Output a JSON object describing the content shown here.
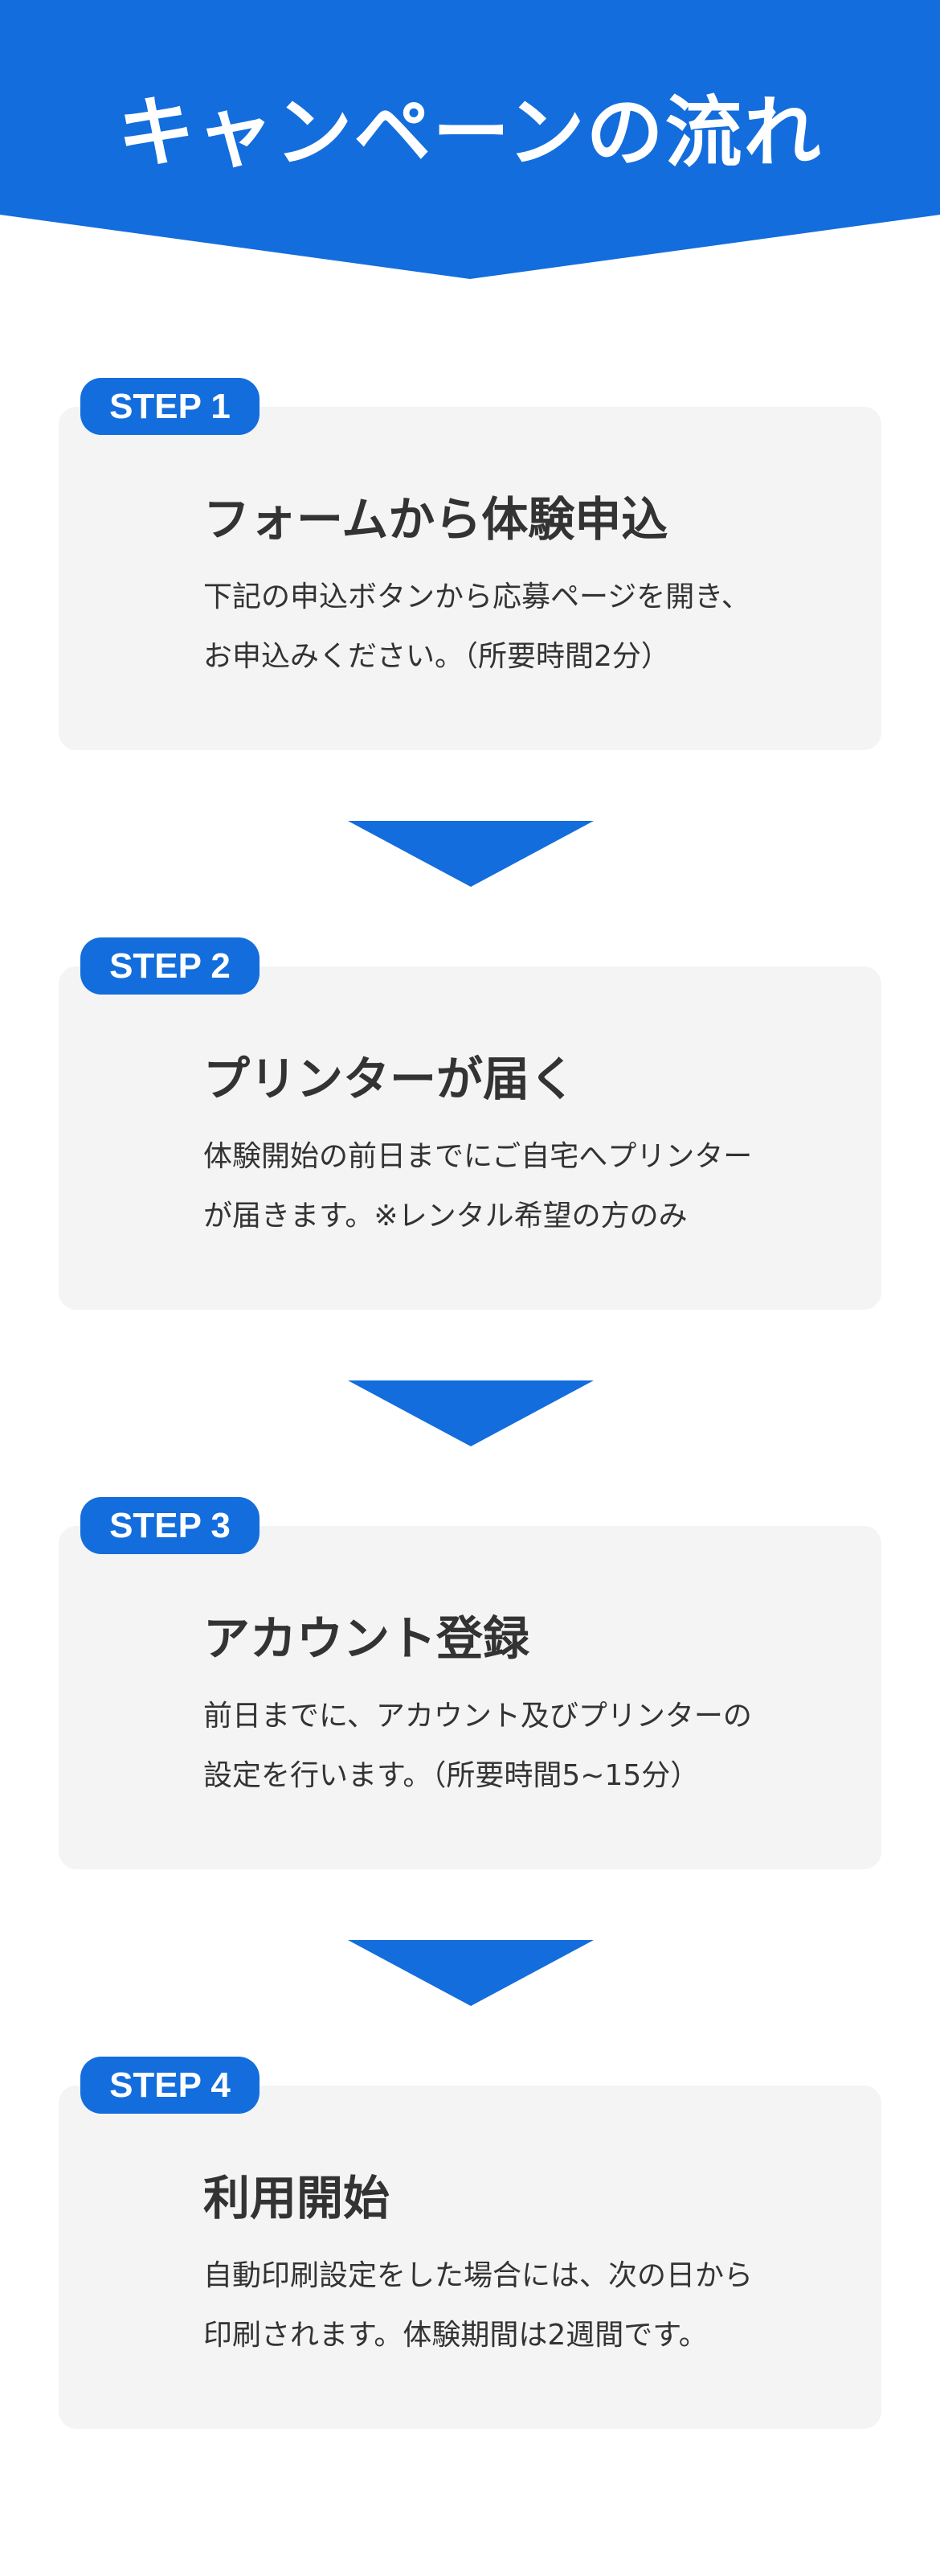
{
  "header": {
    "title": "キャンペーンの流れ"
  },
  "colors": {
    "accent": "#136ddc",
    "card": "#f4f4f4",
    "text": "#333333"
  },
  "steps": [
    {
      "badge": "STEP 1",
      "title": "フォームから体験申込",
      "lines": [
        "下記の申込ボタンから応募ページを開き、",
        "お申込みください。（所要時間2分）"
      ]
    },
    {
      "badge": "STEP 2",
      "title": "プリンターが届く",
      "lines": [
        "体験開始の前日までにご自宅へプリンター",
        "が届きます。※レンタル希望の方のみ"
      ]
    },
    {
      "badge": "STEP 3",
      "title": "アカウント登録",
      "lines": [
        "前日までに、アカウント及びプリンターの",
        "設定を行います。（所要時間5~15分）"
      ]
    },
    {
      "badge": "STEP 4",
      "title": "利用開始",
      "lines": [
        "自動印刷設定をした場合には、次の日から",
        "印刷されます。体験期間は2週間です。"
      ]
    }
  ]
}
